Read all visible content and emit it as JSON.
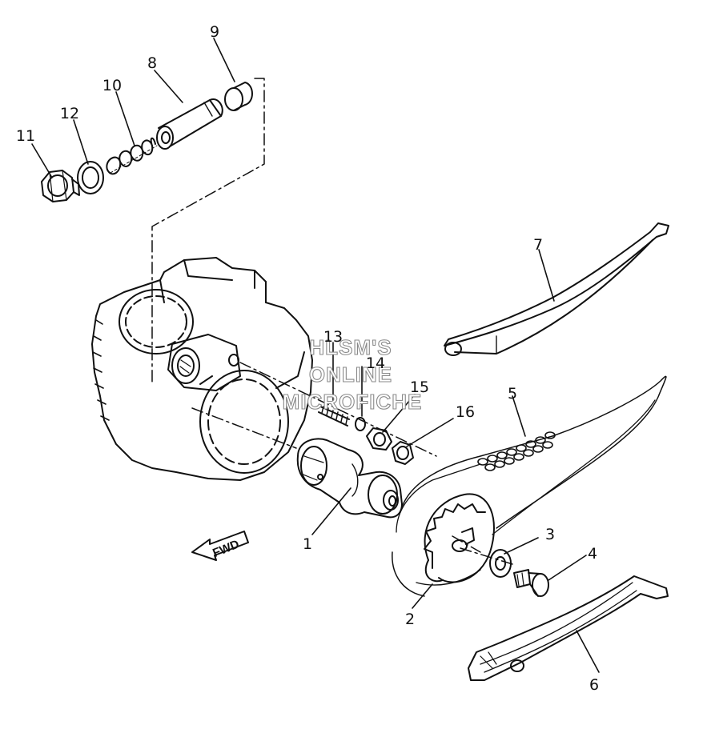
{
  "diagram": {
    "callouts": [
      "1",
      "2",
      "3",
      "4",
      "5",
      "6",
      "7",
      "8",
      "9",
      "10",
      "11",
      "12",
      "13",
      "14",
      "15",
      "16"
    ],
    "direction_label": "FWD",
    "watermark": [
      "HLSM'S",
      "ONLINE",
      "MICROFICHE"
    ]
  }
}
